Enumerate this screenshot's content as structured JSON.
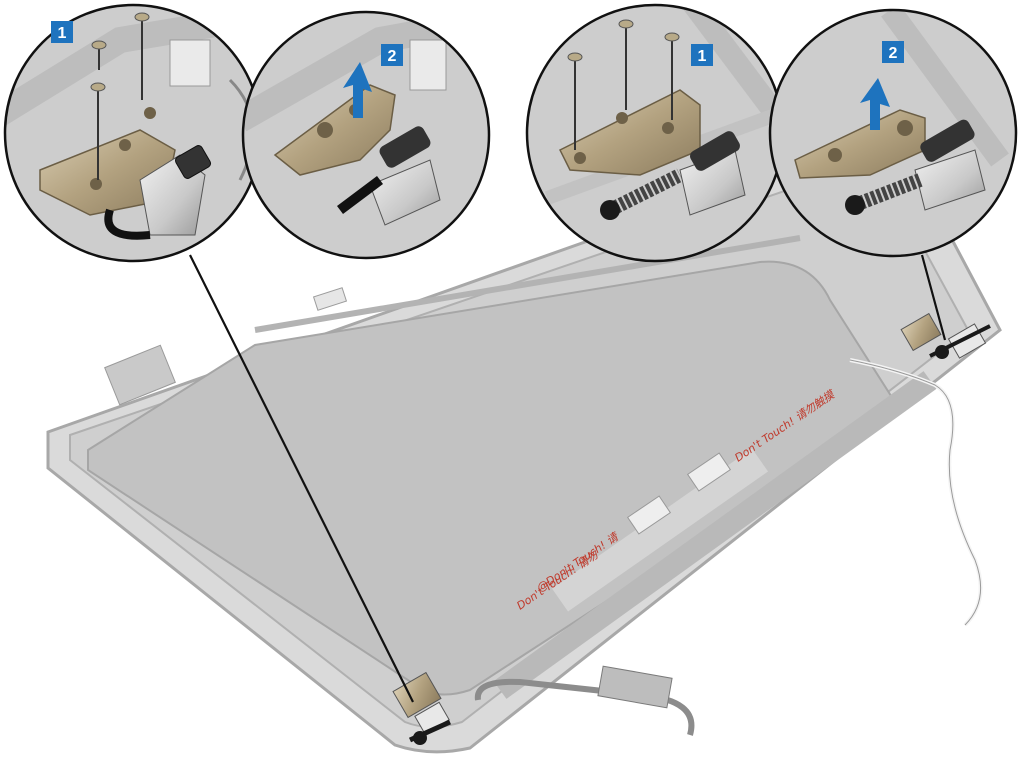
{
  "figure": {
    "colors": {
      "background": "#ffffff",
      "panel_fill": "#c4c4c4",
      "panel_inner": "#b9b9b9",
      "bezel": "#d8d8d8",
      "bezel_edge": "#a9a9a9",
      "callout_border": "#111111",
      "badge_blue": "#1e73be",
      "arrow_blue": "#1e73be",
      "hinge_metal": "#b9a98a",
      "hinge_dark": "#1a1a1a",
      "warning_red": "#c0392b"
    },
    "callouts": [
      {
        "id": "left-hinge-remove-screws",
        "step": "1",
        "icons": [
          "screw-icon",
          "screw-icon",
          "screw-icon"
        ]
      },
      {
        "id": "left-hinge-lift",
        "step": "2",
        "icons": [
          "arrow-up-icon"
        ]
      },
      {
        "id": "right-hinge-remove-screws",
        "step": "1",
        "icons": [
          "screw-icon",
          "screw-icon",
          "screw-icon"
        ]
      },
      {
        "id": "right-hinge-lift",
        "step": "2",
        "icons": [
          "arrow-up-icon"
        ]
      }
    ],
    "panel_labels": {
      "warning_1": "Don't Touch! 请勿触摸",
      "warning_2": "Don't Touch! 请勿",
      "warning_3": "@Don't Touch! 请"
    }
  }
}
